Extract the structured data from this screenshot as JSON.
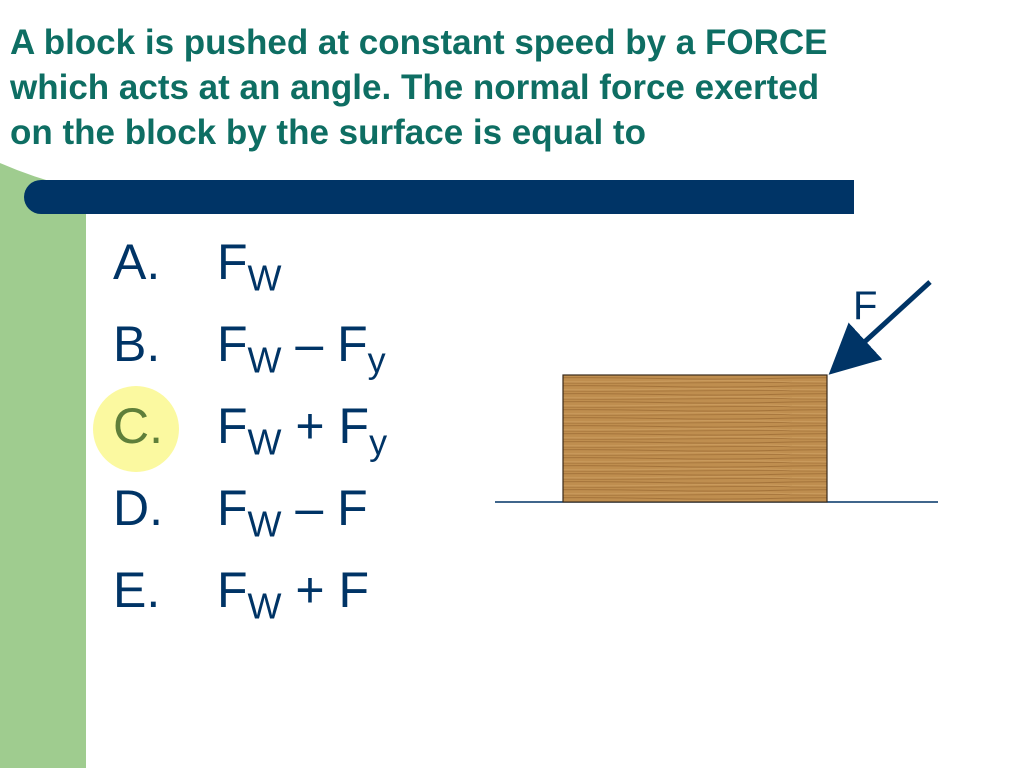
{
  "slide": {
    "title": "A block is pushed at constant speed by a FORCE\nwhich acts at an angle.  The normal force exerted\non the block by the surface is equal to",
    "options": [
      {
        "letter": "A.",
        "main": "F",
        "sub": "W",
        "op": "",
        "main2": "",
        "sub2": ""
      },
      {
        "letter": "B.",
        "main": "F",
        "sub": "W",
        "op": " – ",
        "main2": "F",
        "sub2": "y"
      },
      {
        "letter": "C.",
        "main": "F",
        "sub": "W",
        "op": " + ",
        "main2": "F",
        "sub2": "y"
      },
      {
        "letter": "D.",
        "main": "F",
        "sub": "W",
        "op": " – ",
        "main2": "F",
        "sub2": ""
      },
      {
        "letter": "E.",
        "main": "F",
        "sub": "W",
        "op": " + ",
        "main2": "F",
        "sub2": ""
      }
    ],
    "highlighted_option": 2
  },
  "diagram": {
    "force_label": "F",
    "colors": {
      "block": "#b98848",
      "block_grain": "#9a6a30",
      "arrow": "#003466",
      "ground": "#003466"
    }
  },
  "theme": {
    "title_color": "#0e6e63",
    "bar_color": "#003466",
    "side_band_color": "#9fcc8f",
    "highlight_color": "#fbf9a0"
  }
}
